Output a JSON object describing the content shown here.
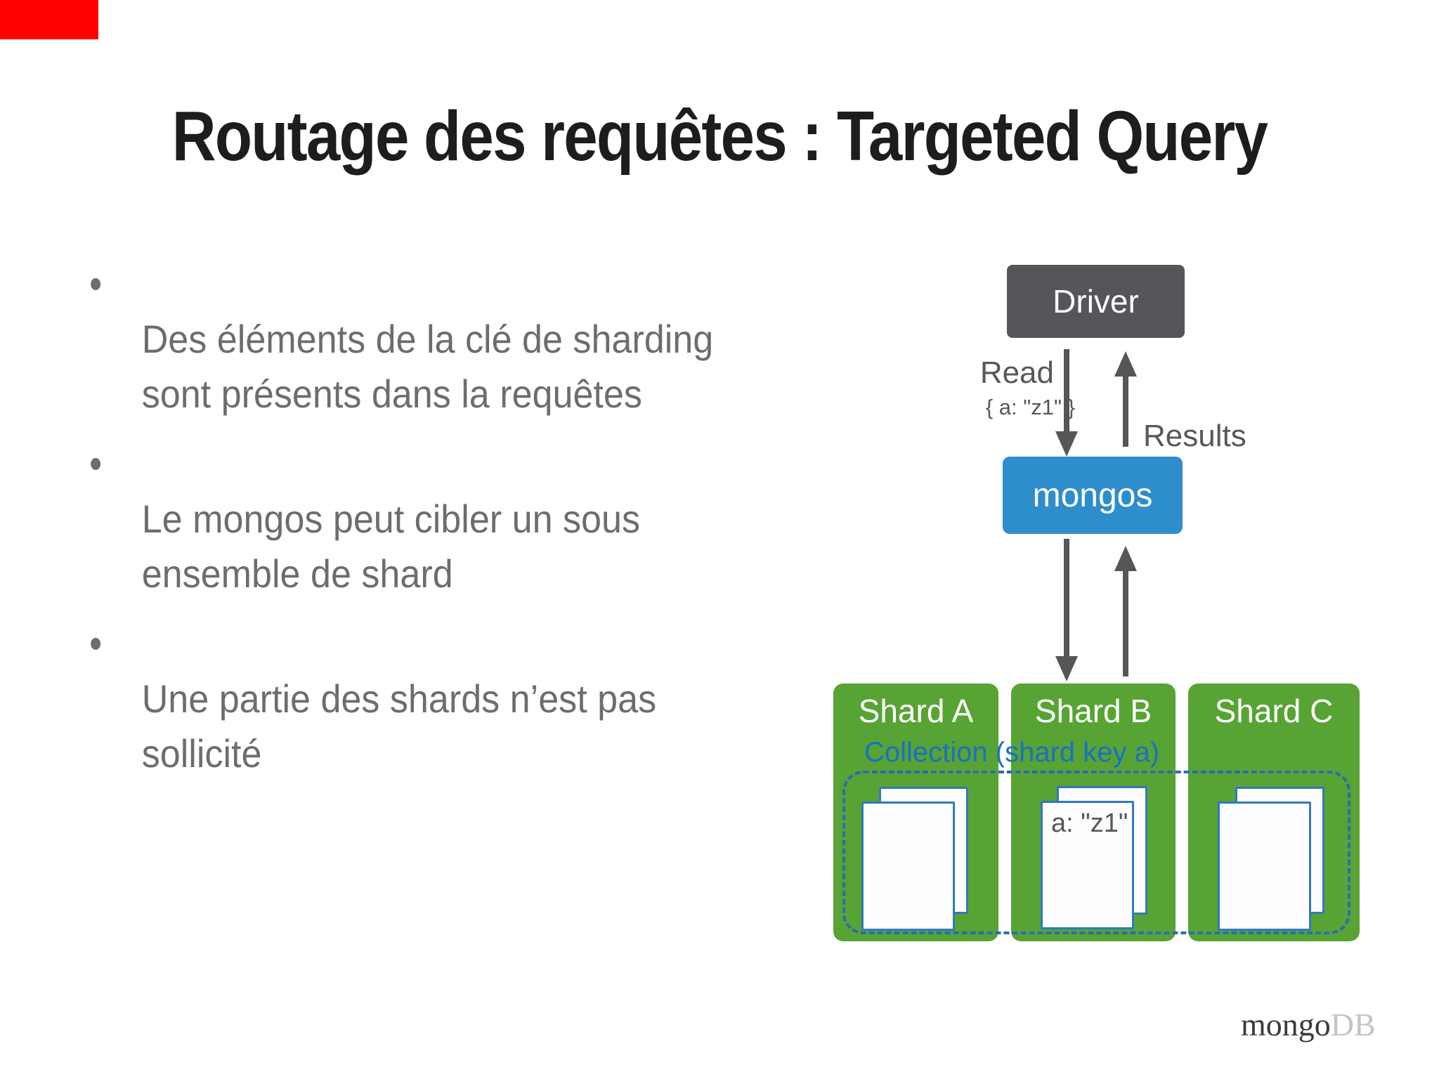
{
  "slide": {
    "title": "Routage des requêtes : Targeted Query",
    "bullets": [
      "Des éléments de la clé de sharding\nsont présents dans la requêtes",
      "Le mongos peut cibler un sous\nensemble de shard",
      "Une partie des shards n’est pas\nsollicité"
    ]
  },
  "diagram": {
    "driver_label": "Driver",
    "mongos_label": "mongos",
    "read_label": "Read",
    "read_query": "{ a: \"z1\" }",
    "results_label": "Results",
    "collection_label": "Collection (shard key a)",
    "shards": [
      {
        "label": "Shard A",
        "doc_text": ""
      },
      {
        "label": "Shard B",
        "doc_text": "a: \"z1\""
      },
      {
        "label": "Shard C",
        "doc_text": ""
      }
    ]
  },
  "footer": {
    "logo_mongo": "mongo",
    "logo_db": "DB"
  },
  "colors": {
    "title_text": "#1d1d1d",
    "body_text": "#6d6d6d",
    "diagram_text": "#58585a",
    "driver_box": "#565559",
    "mongos_box": "#2e8dcb",
    "shard_box": "#57a434",
    "collection_text": "#1c6fc5",
    "dashed_border": "#2a6cb2",
    "doc_border": "#3279bd",
    "doc_fill": "#fdfdfe",
    "logo_mongo": "#3b3a3a",
    "logo_db": "#c4c4c4",
    "red_marker": "#fe0000"
  }
}
